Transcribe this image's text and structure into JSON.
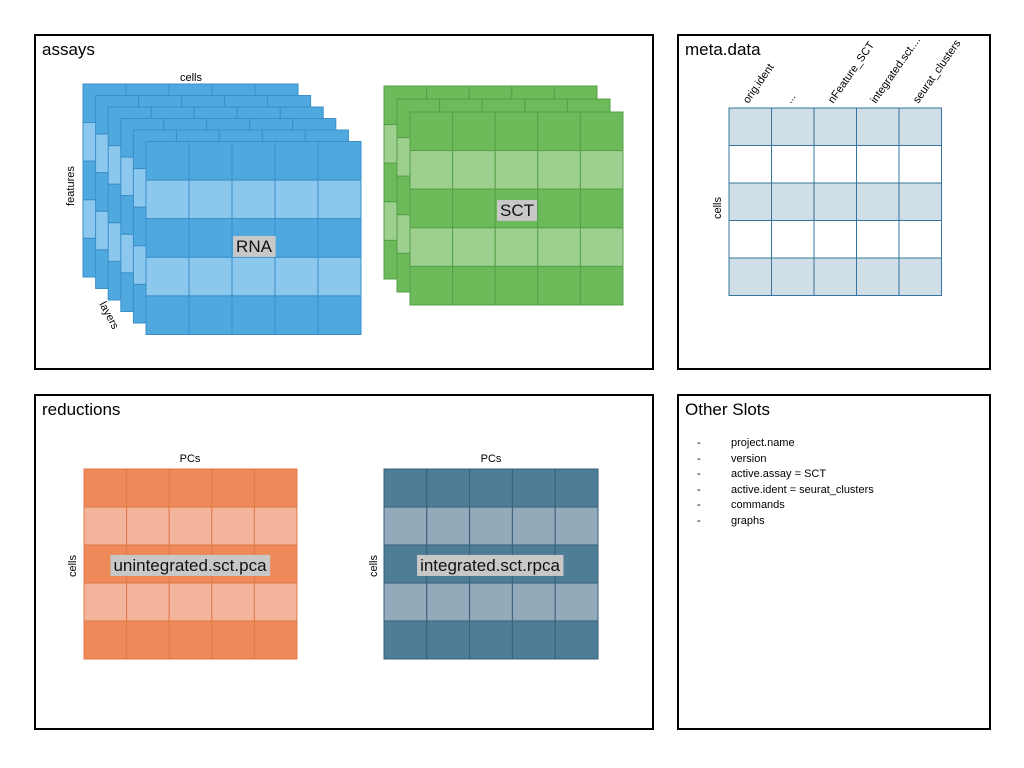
{
  "panels": {
    "assays": {
      "title": "assays",
      "axis_cells": "cells",
      "axis_features": "features",
      "axis_layers": "layers",
      "rna_label": "RNA",
      "sct_label": "SCT",
      "rna_color": "#4FA9DF",
      "rna_light_color": "#8CC7ED",
      "sct_color": "#6CBA5A",
      "sct_light_color": "#9DD08F"
    },
    "meta_data": {
      "title": "meta.data",
      "axis_cells": "cells",
      "columns": [
        "orig.ident",
        "...",
        "nFeature_SCT",
        "integrated.sct....",
        "seurat_clusters"
      ],
      "header_color": "#D0DEE7",
      "line_color": "#35749C"
    },
    "reductions": {
      "title": "reductions",
      "left": {
        "label": "unintegrated.sct.pca",
        "axis_top": "PCs",
        "axis_side": "cells",
        "color": "#EE8A59",
        "light_color": "#F2B49A"
      },
      "right": {
        "label": "integrated.sct.rpca",
        "axis_top": "PCs",
        "axis_side": "cells",
        "color": "#4F7D98",
        "light_color": "#93AABB"
      }
    },
    "other_slots": {
      "title": "Other Slots",
      "bullet": "-",
      "items": [
        "project.name",
        "version",
        "active.assay = SCT",
        "active.ident = seurat_clusters",
        "commands",
        "graphs"
      ]
    }
  }
}
